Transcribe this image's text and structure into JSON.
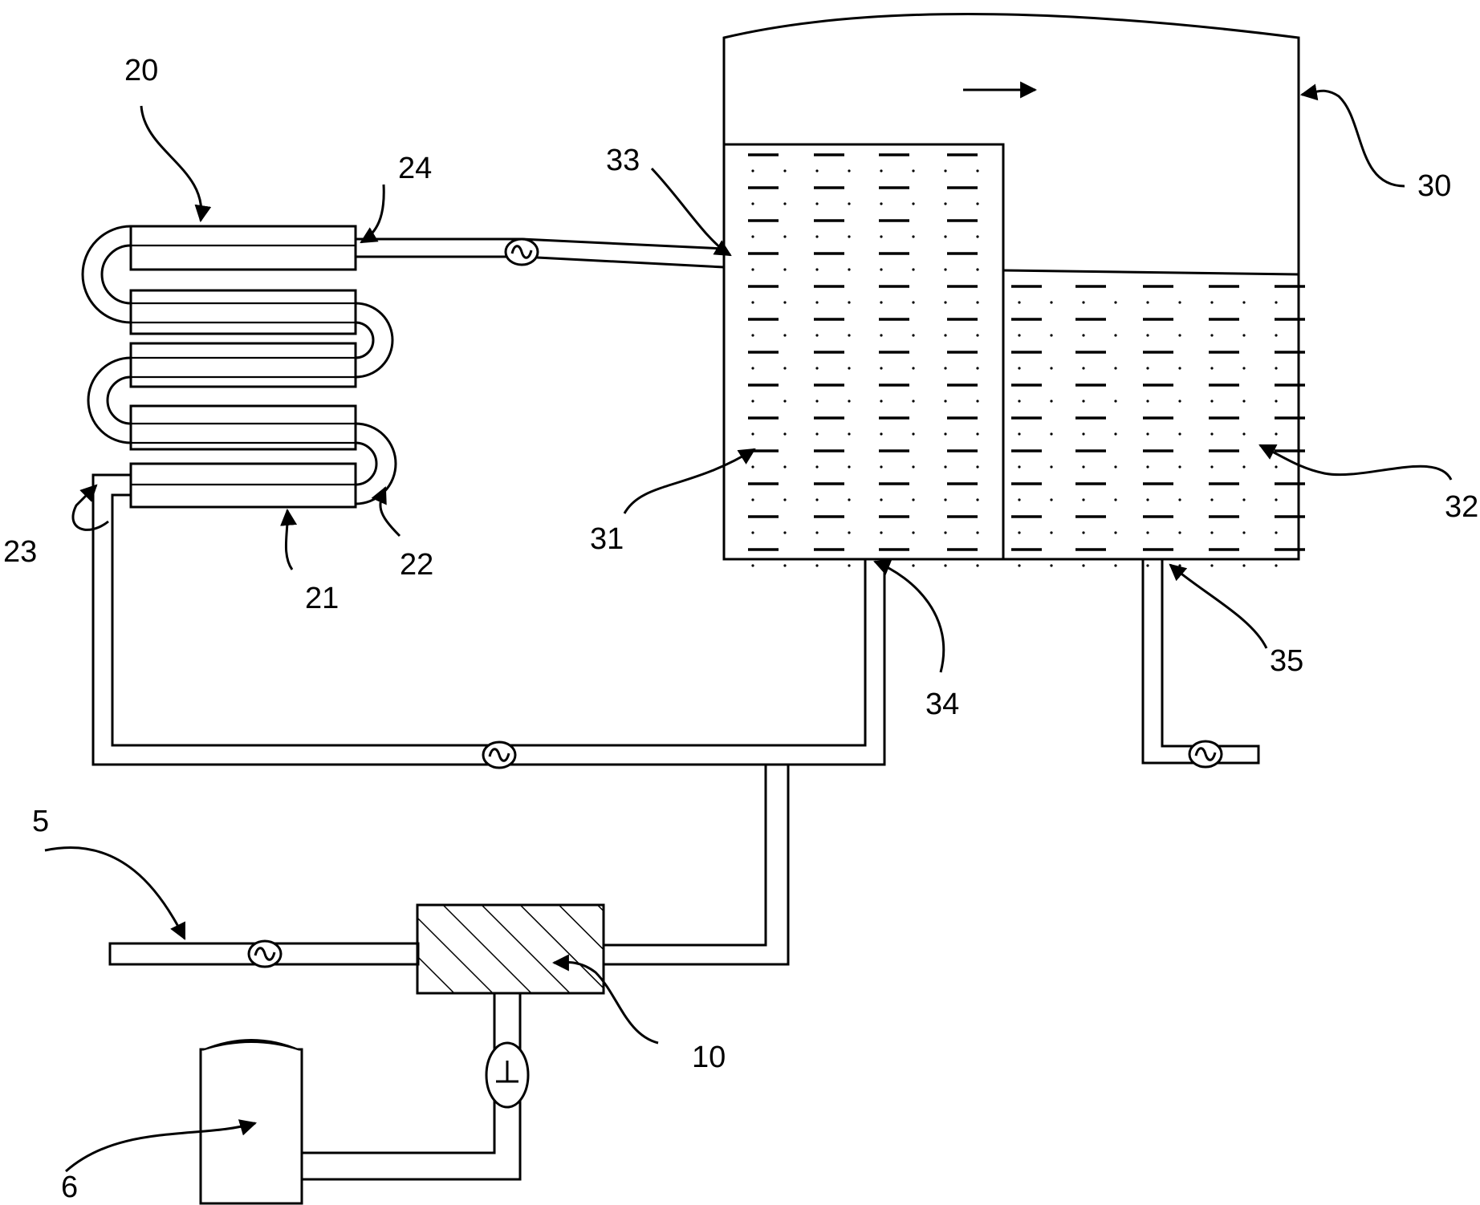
{
  "labels": {
    "heat_exchanger_coil": "20",
    "coil_tube": "21",
    "coil_outlet": "22",
    "coil_inlet": "23",
    "coil_top_outlet": "24",
    "tank": "30",
    "tank_left_chamber": "31",
    "tank_right_chamber": "32",
    "tank_inlet": "33",
    "tank_bottom_outlet_left": "34",
    "tank_bottom_outlet_right": "35",
    "feed_line": "5",
    "storage_vessel": "6",
    "mixing_unit": "10"
  },
  "colors": {
    "line": "#000000",
    "background": "#ffffff"
  }
}
